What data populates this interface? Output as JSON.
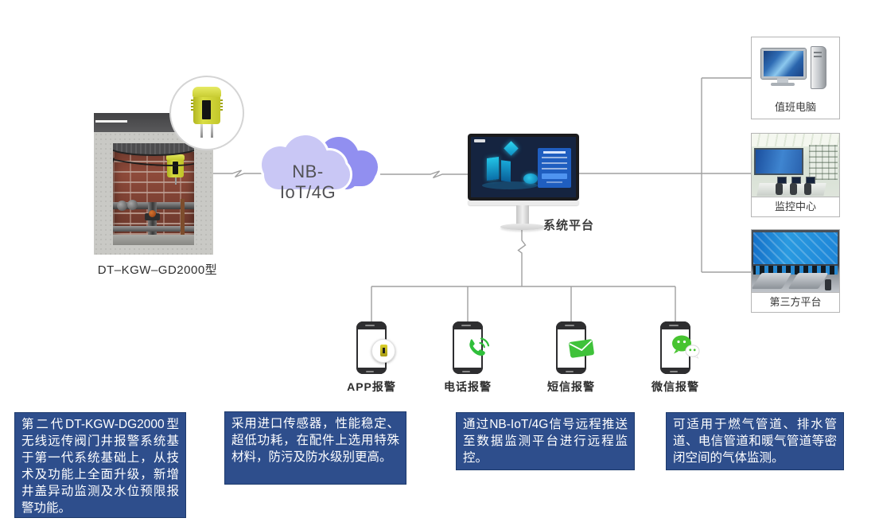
{
  "source": {
    "label": "DT–KGW–GD2000型"
  },
  "network": {
    "label": "NB-IoT/4G"
  },
  "platform": {
    "label": "系统平台"
  },
  "outputs": [
    {
      "label": "值班电脑"
    },
    {
      "label": "监控中心"
    },
    {
      "label": "第三方平台"
    }
  ],
  "alerts": [
    {
      "label": "APP报警",
      "icon": "app-badge-icon"
    },
    {
      "label": "电话报警",
      "icon": "phone-call-icon"
    },
    {
      "label": "短信报警",
      "icon": "sms-envelope-icon"
    },
    {
      "label": "微信报警",
      "icon": "wechat-icon"
    }
  ],
  "descriptions": [
    {
      "text": "第二代DT-KGW-DG2000型无线远传阀门井报警系统基于第一代系统基础上，从技术及功能上全面升级，新增井盖异动监测及水位预限报警功能。"
    },
    {
      "text": "采用进口传感器，性能稳定、超低功耗，在配件上选用特殊材料，防污及防水级别更高。"
    },
    {
      "text": "通过NB-IoT/4G信号远程推送至数据监测平台进行远程监控。"
    },
    {
      "text": "可适用于燃气管道、排水管道、电信管道和暖气管道等密闭空间的气体监测。"
    }
  ],
  "colors": {
    "description_box": "#2e4e8c",
    "cloud_light": "#c9c7f5",
    "cloud_dark": "#918ff0",
    "alert_green": "#35c23a",
    "wechat_green": "#48c431",
    "connector_gray": "#a0a0a0",
    "device_yellow": "#d0d435"
  }
}
